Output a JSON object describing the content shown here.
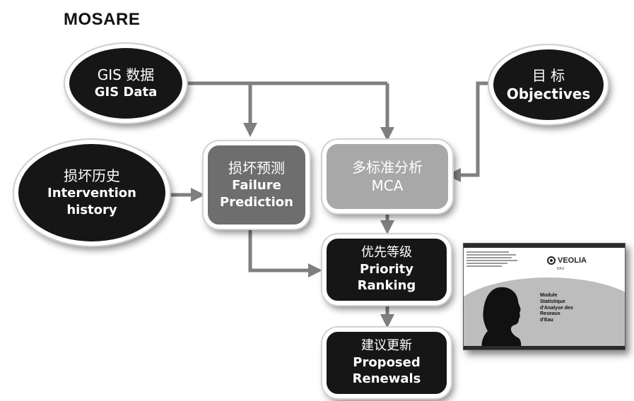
{
  "title": "MOSARE",
  "nodes": {
    "gis": {
      "zh": "GIS 数据",
      "en": "GIS Data"
    },
    "objectives": {
      "zh": "目 标",
      "en": "Objectives"
    },
    "history": {
      "zh": "损坏历史",
      "en1": "Intervention",
      "en2": "history"
    },
    "failure": {
      "zh": "损坏预测",
      "en1": "Failure",
      "en2": "Prediction"
    },
    "mca": {
      "zh": "多标准分析",
      "en": "MCA"
    },
    "ranking": {
      "zh": "优先等级",
      "en1": "Priority",
      "en2": "Ranking"
    },
    "renewals": {
      "zh": "建议更新",
      "en1": "Proposed",
      "en2": "Renewals"
    }
  },
  "screenshot": {
    "logo_name": "VEOLIA",
    "logo_sub": "EAU",
    "module_lines": [
      "Module",
      "Statistique",
      "d'Analyse des",
      "Reseaux",
      "d'Eau"
    ]
  }
}
